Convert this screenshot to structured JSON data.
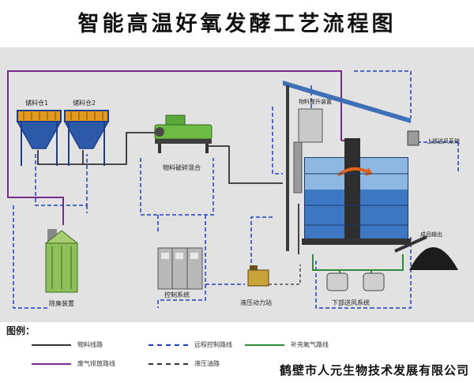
{
  "title": "智能高温好氧发酵工艺流程图",
  "components": {
    "bin1": "储料仓1",
    "bin2": "储料仓2",
    "crusher": "物料破碎混合",
    "lifter": "物料提升装置",
    "upper_fan": "上部送风系统",
    "deodorizer": "除臭装置",
    "control": "控制系统",
    "hydraulic": "液压动力站",
    "lower_fan": "下部送风系统",
    "output": "成品输出"
  },
  "legend": {
    "title": "图例：",
    "items": [
      {
        "label": "物料线路",
        "color": "#333333",
        "style": "solid"
      },
      {
        "label": "远程控制路线",
        "color": "#1f3fbf",
        "style": "dashed"
      },
      {
        "label": "补充氧气路线",
        "color": "#2e8b3a",
        "style": "solid"
      },
      {
        "label": "废气排放路线",
        "color": "#7a2a8a",
        "style": "solid"
      },
      {
        "label": "液压油路",
        "color": "#333333",
        "style": "dashed"
      }
    ]
  },
  "watermark": "鹤壁市人元生物技术发展有限公司"
}
